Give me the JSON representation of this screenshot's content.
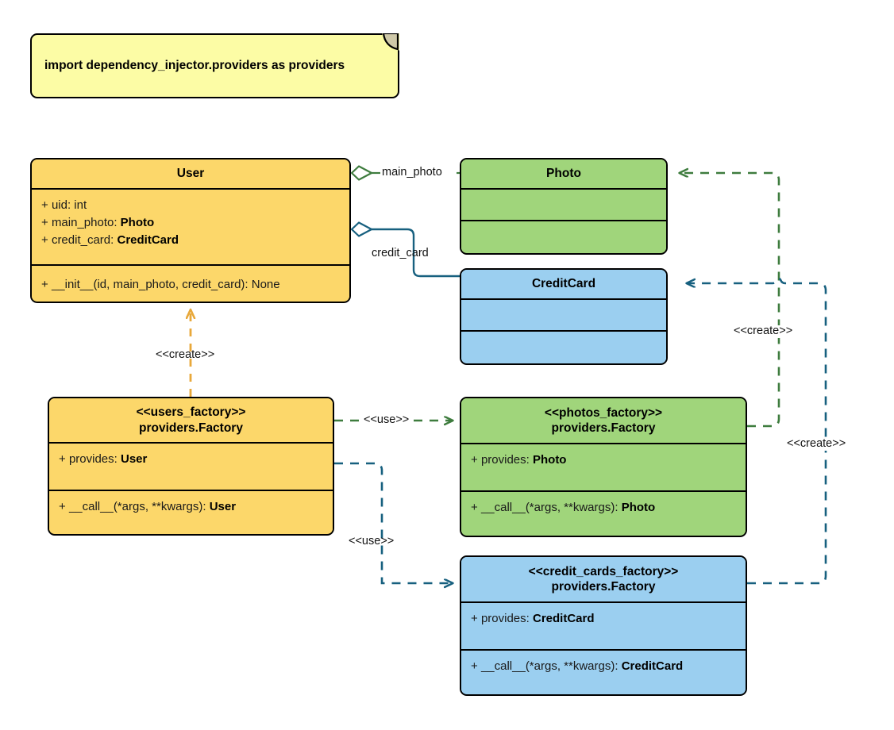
{
  "diagram": {
    "title": "Dependency Injector factories UML class diagram",
    "colors": {
      "yellow": "#FCD76A",
      "green": "#A0D57B",
      "blue": "#9BCFF0",
      "note": "#FCFCA5",
      "outline": "#000000",
      "edge_green": "#3E7C3E",
      "edge_blue": "#17607F",
      "edge_orange": "#E8A83A"
    }
  },
  "note": {
    "text": "import dependency_injector.providers as providers"
  },
  "classes": {
    "user": {
      "name": "User",
      "stereotype": "",
      "attributes": [
        {
          "visibility": "+",
          "name": "uid: ",
          "type": "int",
          "type_bold": false
        },
        {
          "visibility": "+",
          "name": "main_photo: ",
          "type": "Photo",
          "type_bold": true
        },
        {
          "visibility": "+",
          "name": "credit_card: ",
          "type": "CreditCard",
          "type_bold": true
        }
      ],
      "methods": [
        {
          "visibility": "+",
          "name": "__init__(id, main_photo, credit_card): ",
          "type": "None",
          "type_bold": false
        }
      ]
    },
    "photo": {
      "name": "Photo",
      "stereotype": "",
      "attributes": [],
      "methods": []
    },
    "credit_card": {
      "name": "CreditCard",
      "stereotype": "",
      "attributes": [],
      "methods": []
    },
    "users_factory": {
      "stereotype": "<<users_factory>>",
      "name": "providers.Factory",
      "attributes": [
        {
          "visibility": "+",
          "name": "provides: ",
          "type": "User",
          "type_bold": true
        }
      ],
      "methods": [
        {
          "visibility": "+",
          "name": "__call__(*args, **kwargs): ",
          "type": "User",
          "type_bold": true
        }
      ]
    },
    "photos_factory": {
      "stereotype": "<<photos_factory>>",
      "name": "providers.Factory",
      "attributes": [
        {
          "visibility": "+",
          "name": "provides: ",
          "type": "Photo",
          "type_bold": true
        }
      ],
      "methods": [
        {
          "visibility": "+",
          "name": "__call__(*args, **kwargs): ",
          "type": "Photo",
          "type_bold": true
        }
      ]
    },
    "credit_cards_factory": {
      "stereotype": "<<credit_cards_factory>>",
      "name": "providers.Factory",
      "attributes": [
        {
          "visibility": "+",
          "name": "provides: ",
          "type": "CreditCard",
          "type_bold": true
        }
      ],
      "methods": [
        {
          "visibility": "+",
          "name": "__call__(*args, **kwargs): ",
          "type": "CreditCard",
          "type_bold": true
        }
      ]
    }
  },
  "edges": {
    "main_photo": {
      "label": "main_photo",
      "kind": "aggregation",
      "from": "User",
      "to": "Photo",
      "color": "#3E7C3E"
    },
    "credit_card": {
      "label": "credit_card",
      "kind": "aggregation",
      "from": "User",
      "to": "CreditCard",
      "color": "#17607F"
    },
    "users_factory_create_user": {
      "label": "<<create>>",
      "kind": "dependency-dashed",
      "from": "users_factory",
      "to": "User",
      "color": "#E8A83A"
    },
    "users_factory_use_photos": {
      "label": "<<use>>",
      "kind": "dependency-dashed",
      "from": "users_factory",
      "to": "photos_factory",
      "color": "#3E7C3E"
    },
    "users_factory_use_credit_cards": {
      "label": "<<use>>",
      "kind": "dependency-dashed",
      "from": "users_factory",
      "to": "credit_cards_factory",
      "color": "#17607F"
    },
    "photos_factory_create_photo": {
      "label": "<<create>>",
      "kind": "dependency-dashed",
      "from": "photos_factory",
      "to": "Photo",
      "color": "#3E7C3E"
    },
    "credit_cards_factory_create_credit_card": {
      "label": "<<create>>",
      "kind": "dependency-dashed",
      "from": "credit_cards_factory",
      "to": "CreditCard",
      "color": "#17607F"
    }
  }
}
